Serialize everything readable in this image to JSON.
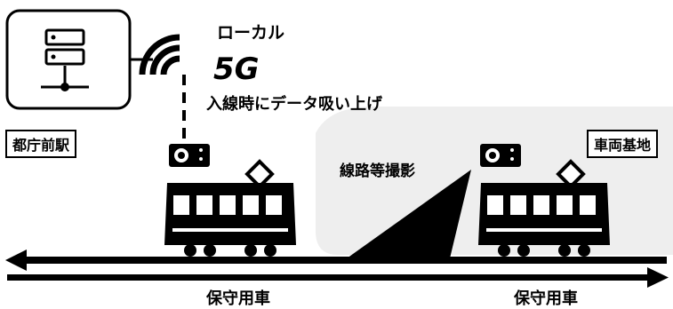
{
  "labels": {
    "local": "ローカル",
    "fiveg": "5G",
    "upload": "入線時にデータ吸い上げ",
    "station_left": "都庁前駅",
    "station_right": "車両基地",
    "track_shoot": "線路等撮影",
    "car_left": "保守用車",
    "car_right": "保守用車"
  },
  "icons": [
    "server-icon",
    "wifi-signal-icon",
    "camera-icon",
    "train-icon",
    "arrow-left-icon",
    "arrow-right-icon"
  ]
}
